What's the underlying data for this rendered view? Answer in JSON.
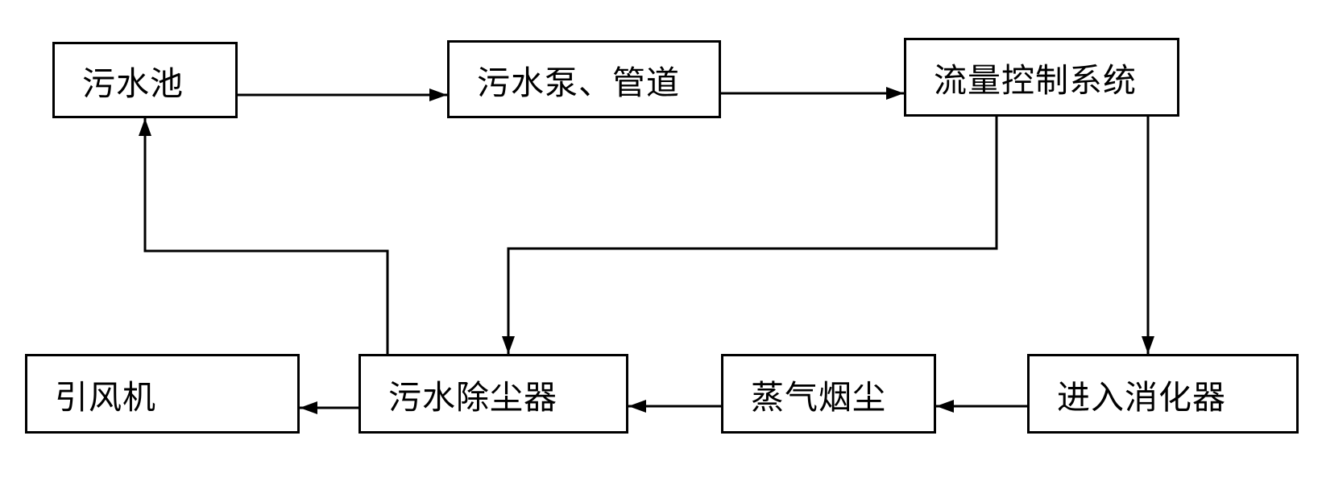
{
  "nodes": {
    "sewage_pool": "污水池",
    "pump_pipeline": "污水泵、管道",
    "flow_control": "流量控制系统",
    "induced_fan": "引风机",
    "dust_collector": "污水除尘器",
    "steam_smoke": "蒸气烟尘",
    "digester": "进入消化器"
  },
  "colors": {
    "line": "#000000",
    "background": "#ffffff"
  }
}
